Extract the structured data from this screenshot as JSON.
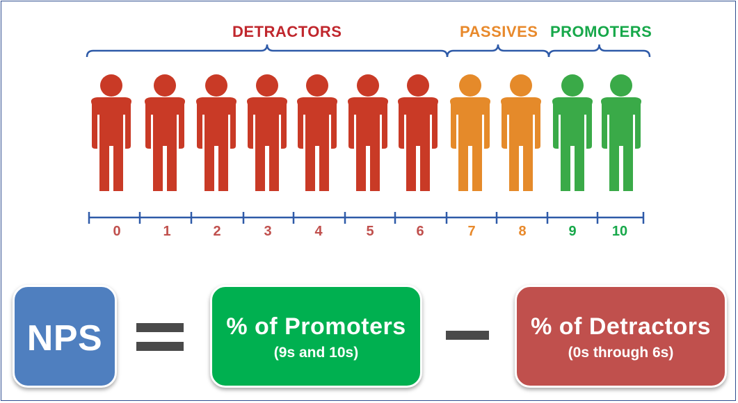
{
  "categories": {
    "detractors": {
      "label": "DETRACTORS",
      "color": "#c0272d"
    },
    "passives": {
      "label": "PASSIVES",
      "color": "#e8892b"
    },
    "promoters": {
      "label": "PROMOTERS",
      "color": "#17a84a"
    }
  },
  "people": [
    {
      "score": "0",
      "category": "detractors"
    },
    {
      "score": "1",
      "category": "detractors"
    },
    {
      "score": "2",
      "category": "detractors"
    },
    {
      "score": "3",
      "category": "detractors"
    },
    {
      "score": "4",
      "category": "detractors"
    },
    {
      "score": "5",
      "category": "detractors"
    },
    {
      "score": "6",
      "category": "detractors"
    },
    {
      "score": "7",
      "category": "passives"
    },
    {
      "score": "8",
      "category": "passives"
    },
    {
      "score": "9",
      "category": "promoters"
    },
    {
      "score": "10",
      "category": "promoters"
    }
  ],
  "formula": {
    "nps": {
      "label": "NPS",
      "color": "#4f7fbf"
    },
    "promoters": {
      "title": "% of Promoters",
      "subtitle": "(9s and 10s)",
      "color": "#00b050"
    },
    "detractors": {
      "title": "% of Detractors",
      "subtitle": "(0s through 6s)",
      "color": "#c0504d"
    }
  },
  "colors": {
    "bracket": "#2e5aa8",
    "figure_detractor": "#c93a26",
    "figure_passive": "#e58a2a",
    "figure_promoter": "#3aaa48",
    "operator": "#4a4a4a"
  }
}
